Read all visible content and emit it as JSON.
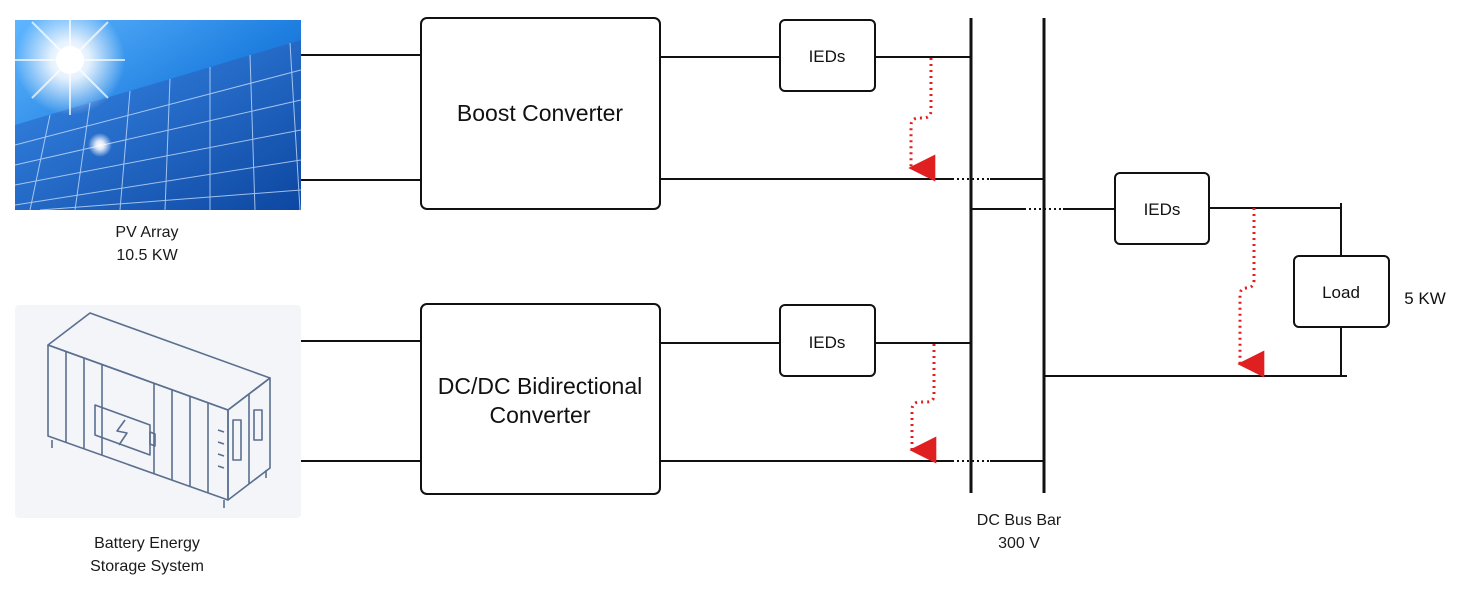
{
  "pv": {
    "label_line1": "PV Array",
    "label_line2": "10.5 KW"
  },
  "battery": {
    "label_line1": "Battery Energy",
    "label_line2": "Storage System"
  },
  "boost": {
    "label": "Boost Converter"
  },
  "bidirectional": {
    "label_line1": "DC/DC Bidirectional",
    "label_line2": "Converter"
  },
  "ieds": {
    "top": "IEDs",
    "middle": "IEDs",
    "right": "IEDs"
  },
  "load": {
    "label": "Load",
    "rating": "5 KW"
  },
  "bus": {
    "label_line1": "DC Bus Bar",
    "label_line2": "300 V"
  },
  "colors": {
    "line": "#111111",
    "fault_arrow": "#e02020",
    "battery_bg": "#f3f5f9",
    "battery_outline": "#5b6f8f",
    "pv_sky": "#1f7fe0"
  }
}
